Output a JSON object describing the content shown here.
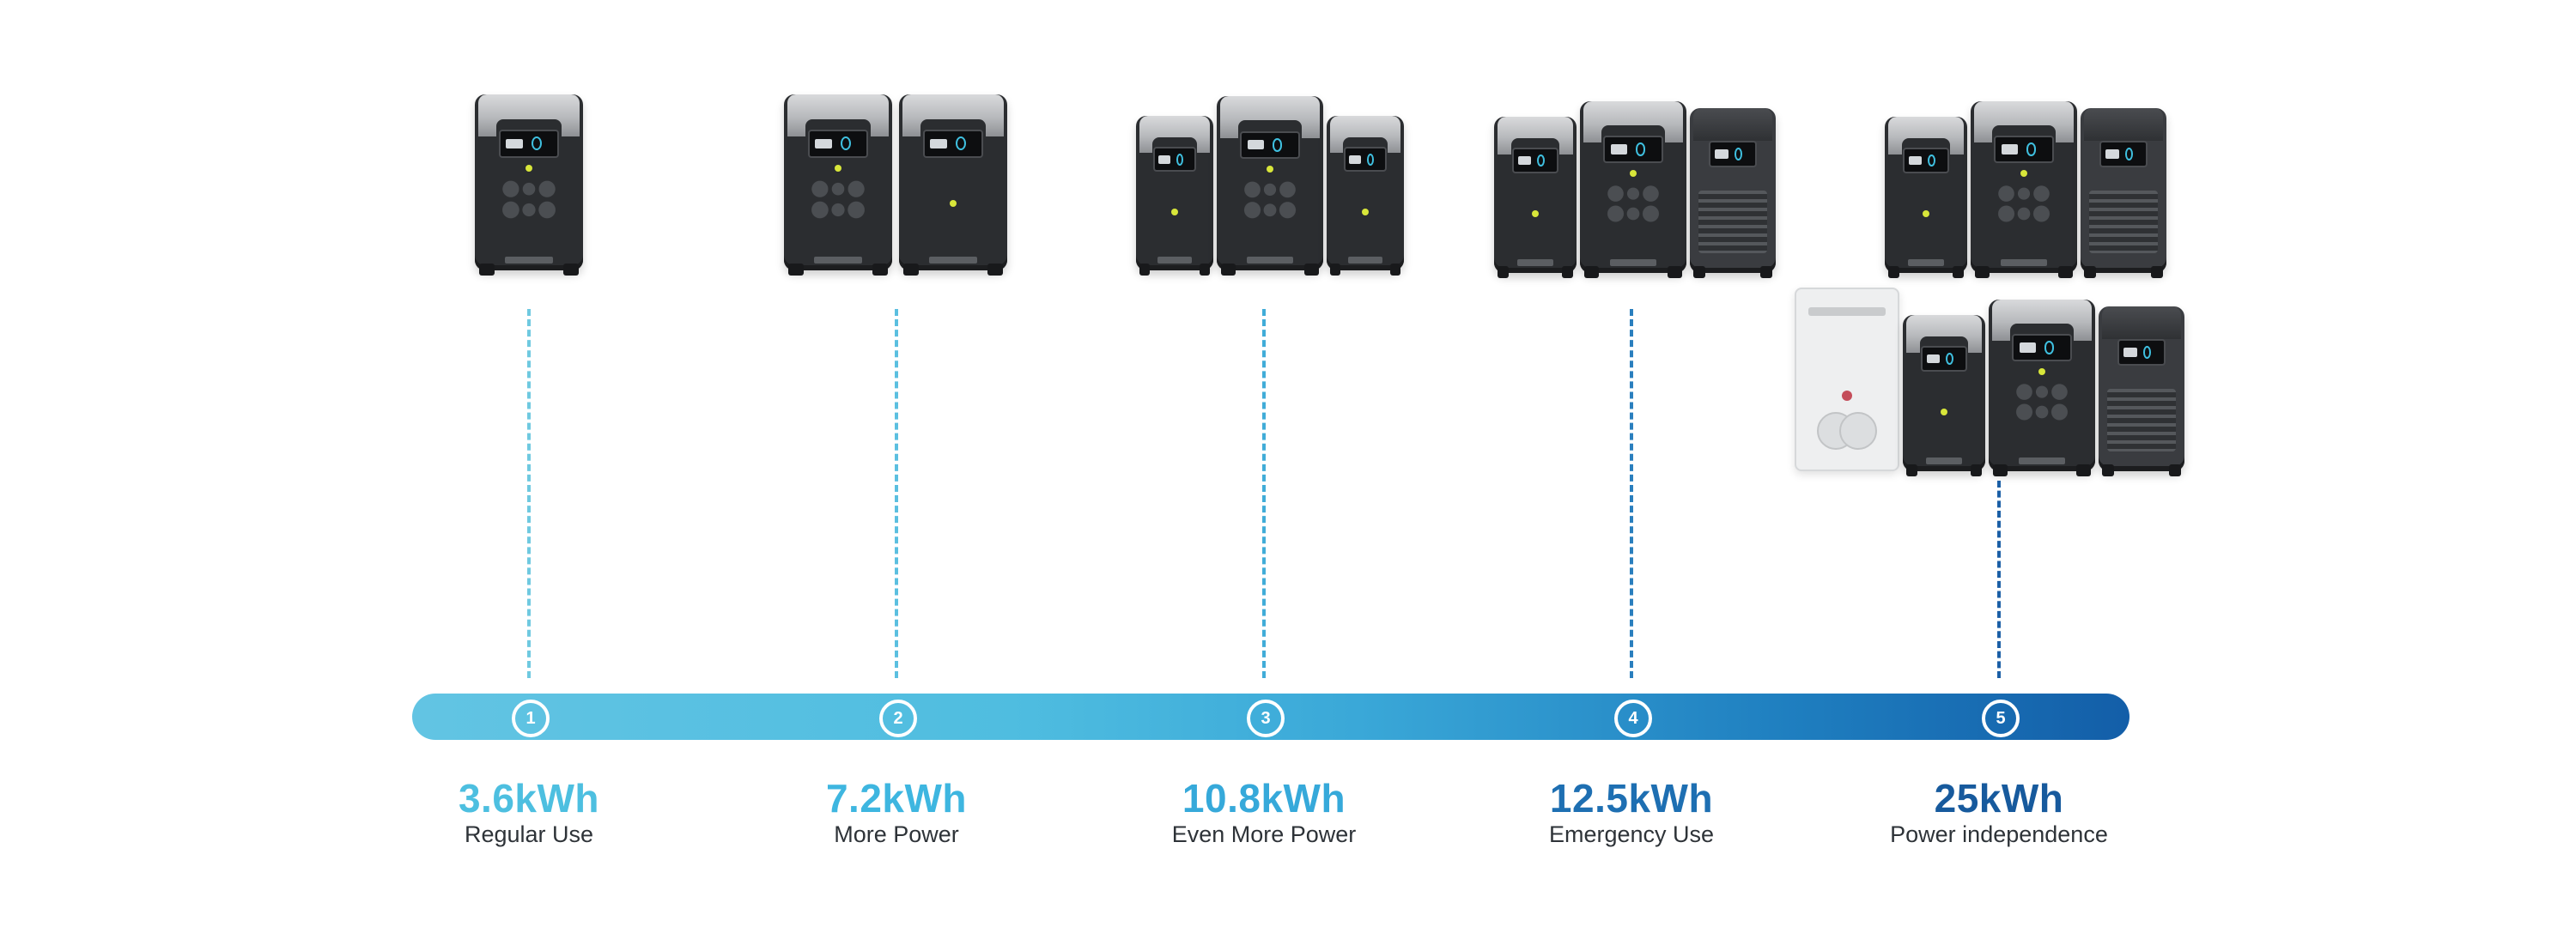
{
  "timeline": {
    "bar_gradient": [
      "#62c4e3",
      "#3aa8d8",
      "#135ea8"
    ],
    "connector_colors": [
      "#6fc9e0",
      "#5bbfe0",
      "#41acd8",
      "#2a7fbe",
      "#1b5fa6"
    ],
    "stages": [
      {
        "number": "1",
        "capacity": "3.6kWh",
        "label": "Regular Use",
        "color": "#4dbfe0",
        "config": "single power station"
      },
      {
        "number": "2",
        "capacity": "7.2kWh",
        "label": "More Power",
        "color": "#3eb6e0",
        "config": "power station with extra battery"
      },
      {
        "number": "3",
        "capacity": "10.8kWh",
        "label": "Even More Power",
        "color": "#36a9da",
        "config": "power station with two extra batteries"
      },
      {
        "number": "4",
        "capacity": "12.5kWh",
        "label": "Emergency Use",
        "color": "#1e6fb2",
        "config": "power station, extra battery and generator"
      },
      {
        "number": "5",
        "capacity": "25kWh",
        "label": "Power independence",
        "color": "#175a9d",
        "config": "two stacks with smart home panel"
      }
    ]
  },
  "icons": {
    "device": "power-station-icon",
    "battery": "extra-battery-icon",
    "generator": "generator-icon",
    "panel": "smart-home-panel-icon"
  }
}
